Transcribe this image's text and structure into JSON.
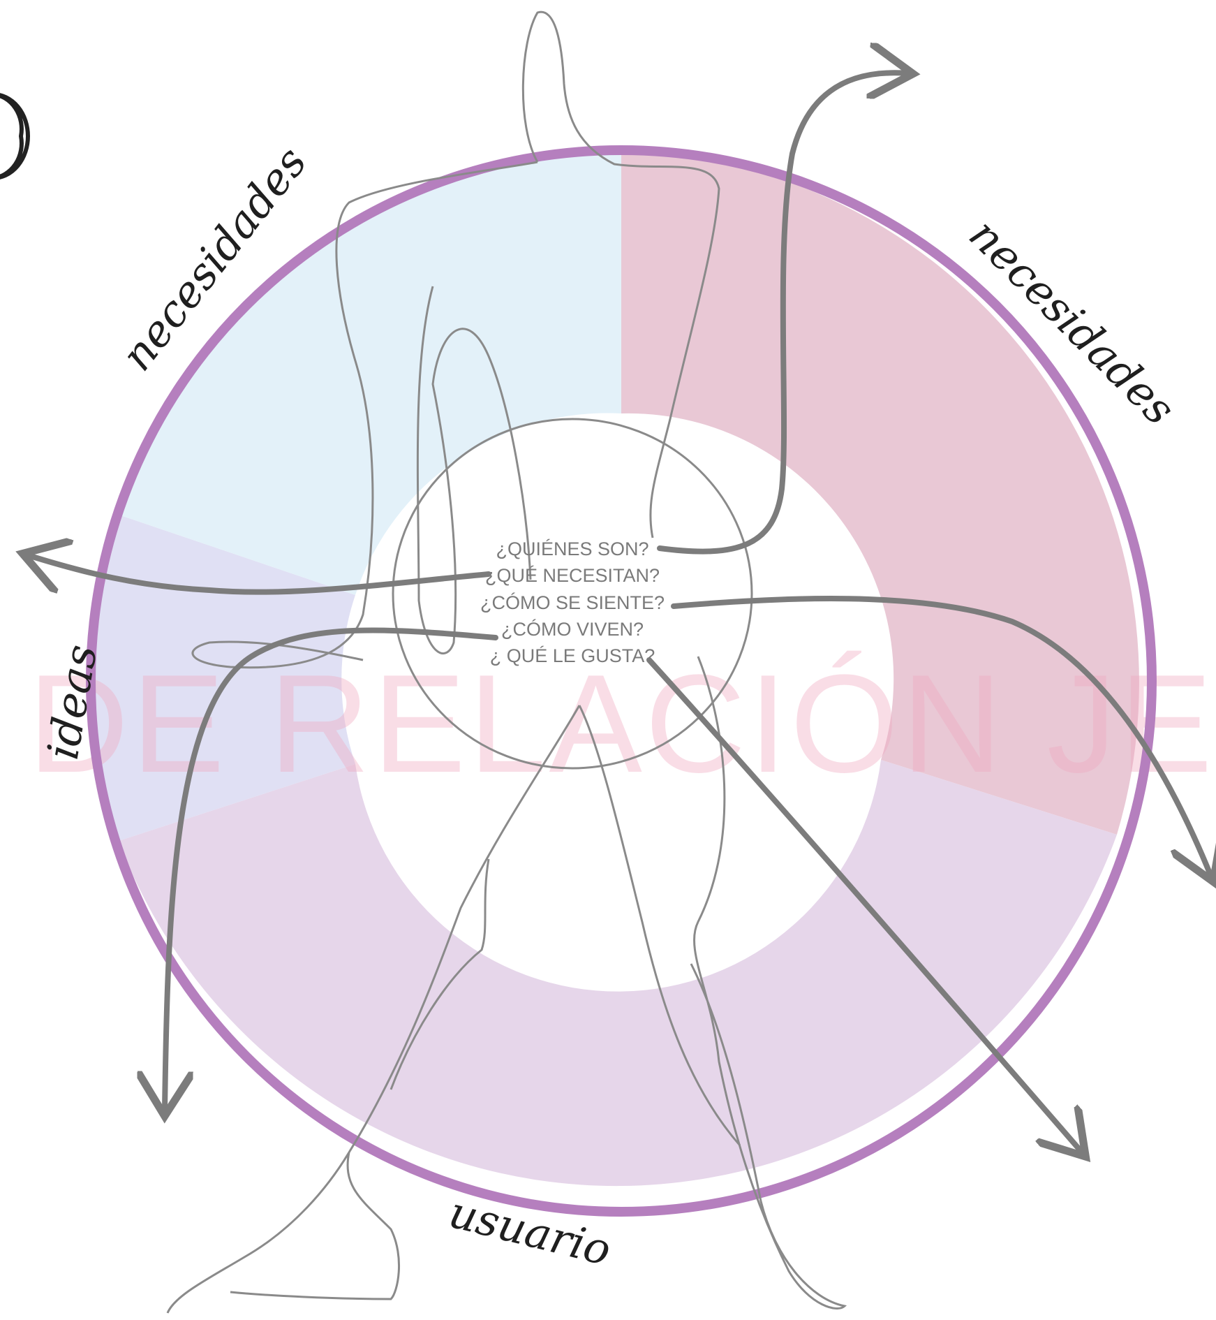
{
  "diagram": {
    "questions": [
      "¿QUIÉNES SON?",
      "¿QUÉ NECESITAN?",
      "¿CÓMO SE SIENTE?",
      "¿CÓMO VIVEN?",
      "¿ QUÉ LE GUSTA?"
    ],
    "labels": {
      "top_left": "necesidades",
      "top_right": "necesidades",
      "left": "ideas",
      "bottom": "usuario"
    },
    "watermark": "DE RELACIÓN JERÁ",
    "colors": {
      "ring_outline": "#b57fbe",
      "segment_blue": "#e3f1f9",
      "segment_pink": "#e9c8d5",
      "segment_lavender": "#e0e0f4",
      "segment_purple": "#e6d6ea",
      "arrow": "#7c7c7c",
      "figure_outline": "#8a8a8a"
    }
  }
}
